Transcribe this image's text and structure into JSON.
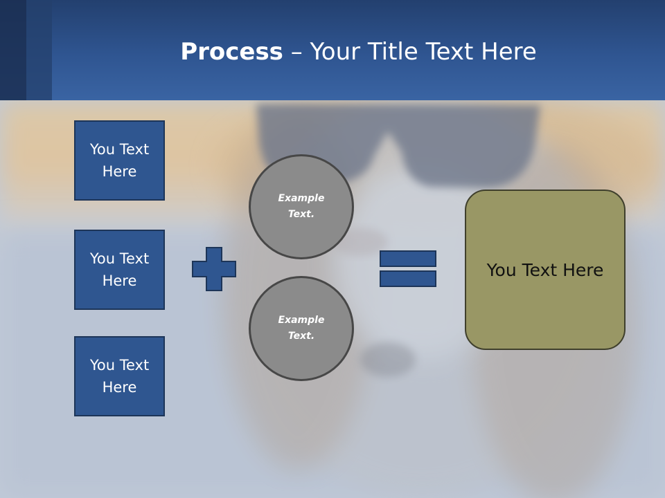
{
  "title": {
    "bold": "Process",
    "rest": " – Your Title Text Here"
  },
  "inputs": [
    {
      "label": "You Text Here"
    },
    {
      "label": "You Text Here"
    },
    {
      "label": "You Text Here"
    }
  ],
  "circles": [
    {
      "label": "Example Text."
    },
    {
      "label": "Example Text."
    }
  ],
  "result": {
    "label": "You Text Here"
  },
  "colors": {
    "header": "#2f5591",
    "input_fill": "#2f5690",
    "operator_fill": "#2f5690",
    "circle_fill": "#8b8b8b",
    "result_fill": "#999765"
  }
}
